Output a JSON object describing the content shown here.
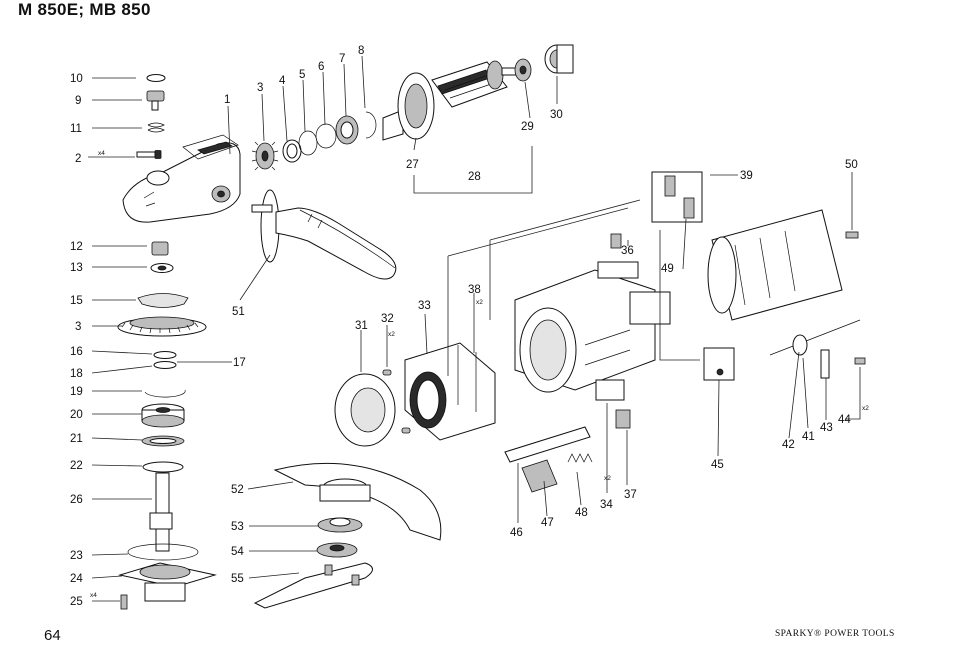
{
  "header": {
    "title": "M 850E; MB 850"
  },
  "footer": {
    "page_number": "64",
    "brand": "SPARKY® POWER TOOLS"
  },
  "callouts": {
    "c1": "1",
    "c2": "2",
    "c3a": "3",
    "c3b": "3",
    "c4": "4",
    "c5": "5",
    "c6": "6",
    "c7": "7",
    "c8": "8",
    "c9": "9",
    "c10": "10",
    "c11": "11",
    "c12": "12",
    "c13": "13",
    "c15": "15",
    "c16": "16",
    "c17": "17",
    "c18": "18",
    "c19": "19",
    "c20": "20",
    "c21": "21",
    "c22": "22",
    "c23": "23",
    "c24": "24",
    "c25": "25",
    "c26": "26",
    "c27": "27",
    "c28": "28",
    "c29": "29",
    "c30": "30",
    "c31": "31",
    "c32": "32",
    "c33": "33",
    "c34": "34",
    "c36": "36",
    "c37": "37",
    "c38": "38",
    "c39": "39",
    "c41": "41",
    "c42": "42",
    "c43": "43",
    "c44": "44",
    "c45": "45",
    "c46": "46",
    "c47": "47",
    "c48": "48",
    "c49": "49",
    "c50": "50",
    "c51": "51",
    "c52": "52",
    "c53": "53",
    "c54": "54",
    "c55": "55"
  },
  "quantities": {
    "q2": "x4",
    "q25": "x4",
    "q32": "x2",
    "q38": "x2",
    "q34": "x2",
    "q44": "x2"
  }
}
